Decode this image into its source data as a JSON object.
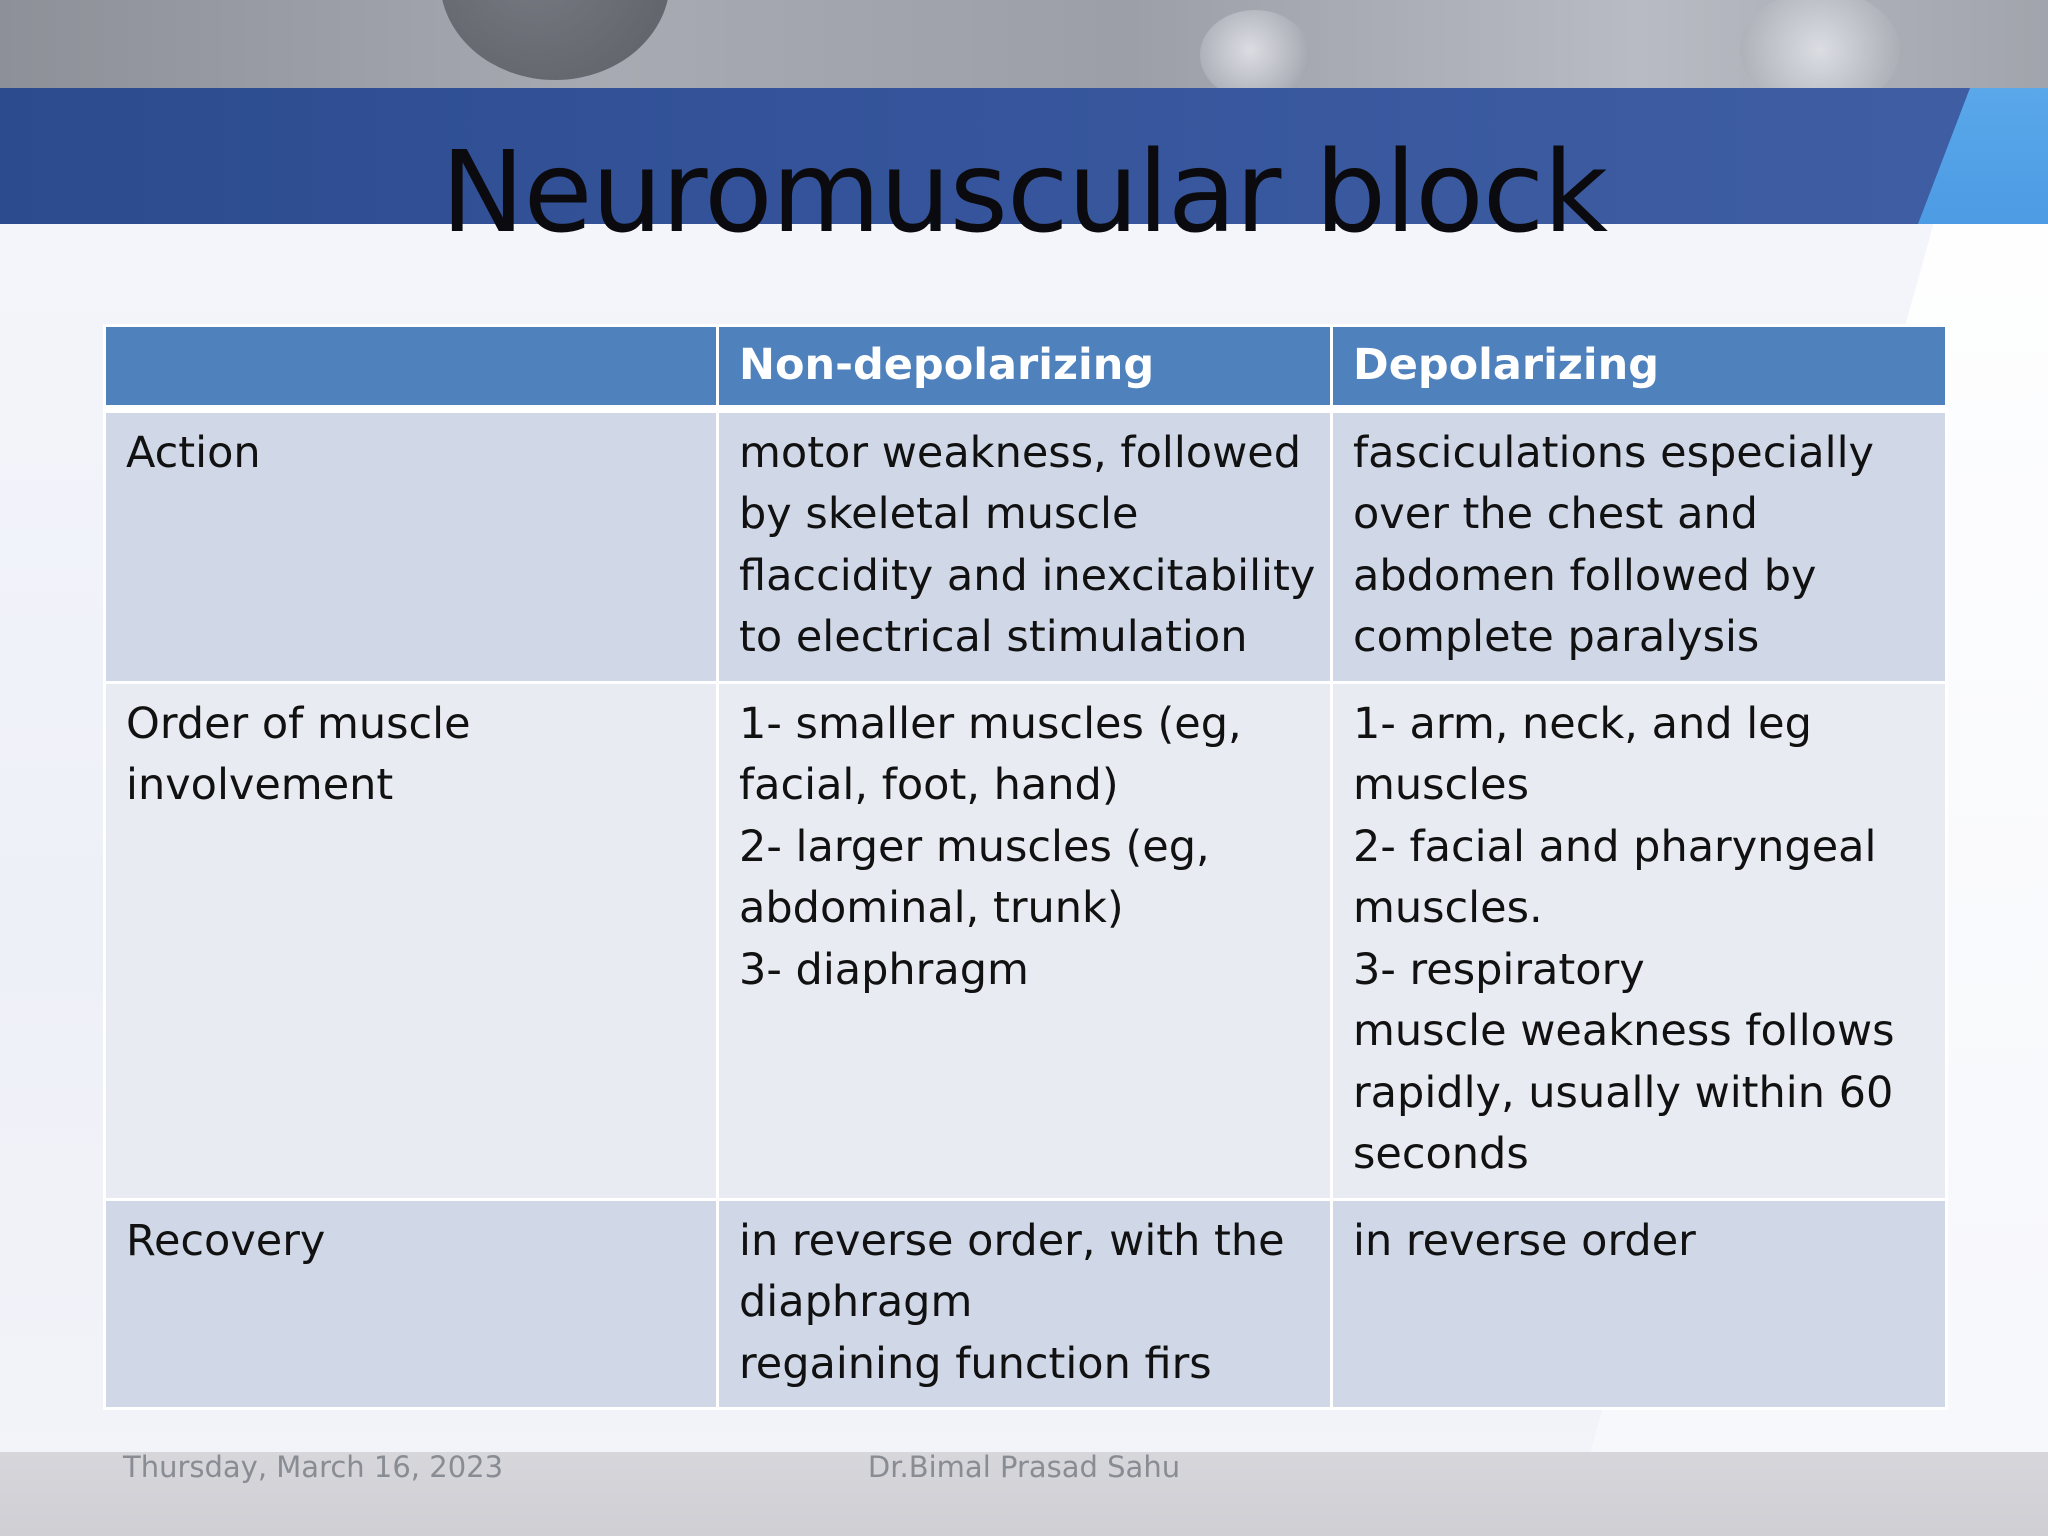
{
  "slide": {
    "title": "Neuromuscular block"
  },
  "table": {
    "headers": [
      "",
      "Non-depolarizing",
      "Depolarizing"
    ],
    "rows": [
      {
        "label": "Action",
        "non_depolarizing": [
          "motor weakness, followed",
          "by skeletal muscle",
          "flaccidity and inexcitability",
          "to electrical stimulation"
        ],
        "depolarizing": [
          "fasciculations especially",
          "over the chest and",
          "abdomen followed by",
          "complete paralysis"
        ]
      },
      {
        "label_lines": [
          "Order of muscle",
          "involvement"
        ],
        "non_depolarizing": [
          "1- smaller muscles (eg,",
          "facial, foot, hand)",
          "2- larger muscles (eg,",
          "abdominal, trunk)",
          "3- diaphragm"
        ],
        "depolarizing": [
          "1- arm, neck, and leg",
          "muscles",
          "2- facial and pharyngeal",
          "muscles.",
          "3- respiratory",
          "muscle weakness follows",
          "rapidly, usually within 60",
          "seconds"
        ]
      },
      {
        "label": "Recovery",
        "non_depolarizing": [
          "in reverse order, with the",
          "diaphragm",
          "regaining function firs"
        ],
        "depolarizing": [
          "in reverse order"
        ]
      }
    ]
  },
  "footer": {
    "date": "Thursday, March 16, 2023",
    "author": "Dr.Bimal Prasad Sahu"
  },
  "colors": {
    "header_blue": "#4f81bd",
    "title_band_blue": "#34539a",
    "row_dark": "#d0d8e8",
    "row_light": "#e9ebf3"
  }
}
